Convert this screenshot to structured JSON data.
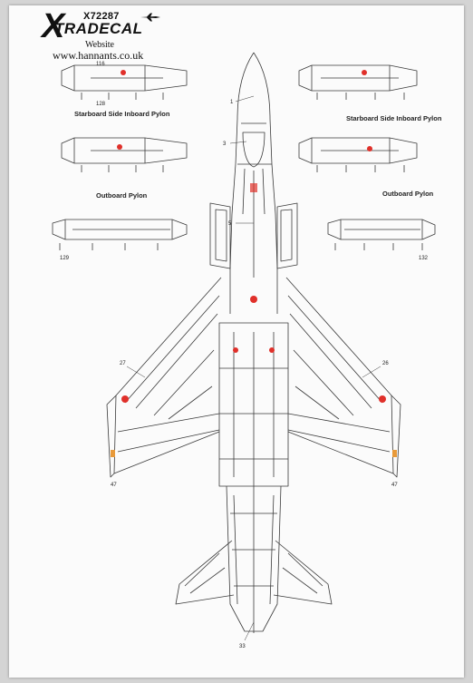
{
  "brand": {
    "product_code": "X72287",
    "name": "TRADECAL",
    "website_label": "Website",
    "website_url": "www.hannants.co.uk"
  },
  "labels": {
    "starboard_inboard": "Starboard Side Inboard Pylon",
    "outboard_left": "Outboard Pylon",
    "outboard_right": "Outboard Pylon"
  },
  "callouts": {
    "nose": "1",
    "canopy": "3",
    "spine": "5",
    "tail": "33",
    "left_wing": "27",
    "right_wing": "26",
    "left_tip": "47",
    "right_tip": "47",
    "pylon_a": "116",
    "pylon_b": "128",
    "pylon_c": "129",
    "pylon_d": "132"
  },
  "colors": {
    "paper": "#fbfbfb",
    "line": "#3a3a3a",
    "accent_red": "#e0302a",
    "accent_orange": "#e89a3a"
  }
}
